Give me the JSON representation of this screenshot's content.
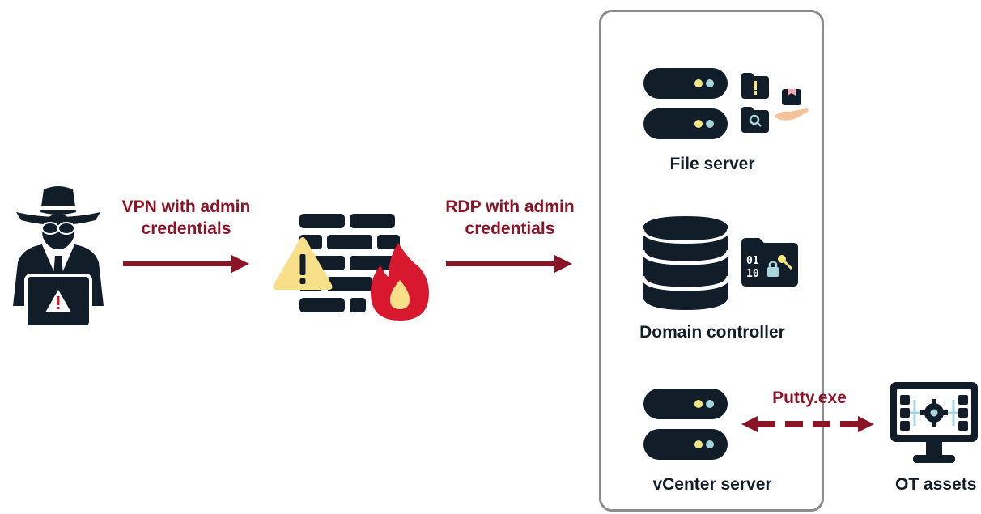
{
  "colors": {
    "dark": "#121d2a",
    "arrow": "#8b1526",
    "fire": "#d7182f",
    "warning": "#f8e08b",
    "led_yellow": "#f5e67d",
    "led_teal": "#a8d4dc",
    "container_border": "#8c8c8c"
  },
  "actors": {
    "attacker": {
      "icon": "hacker-laptop-icon"
    },
    "firewall": {
      "icon": "firewall-fire-icon"
    }
  },
  "edges": {
    "vpn": {
      "line1": "VPN with admin",
      "line2": "credentials"
    },
    "rdp": {
      "line1": "RDP with admin",
      "line2": "credentials"
    },
    "putty": {
      "label": "Putty.exe"
    }
  },
  "network": {
    "file_server": {
      "label": "File server",
      "icon": "server-stack-icon"
    },
    "domain_controller": {
      "label": "Domain controller",
      "icon": "database-icon"
    },
    "vcenter_server": {
      "label": "vCenter server",
      "icon": "server-stack-icon"
    }
  },
  "ot": {
    "label": "OT assets",
    "icon": "monitor-gear-icon"
  }
}
